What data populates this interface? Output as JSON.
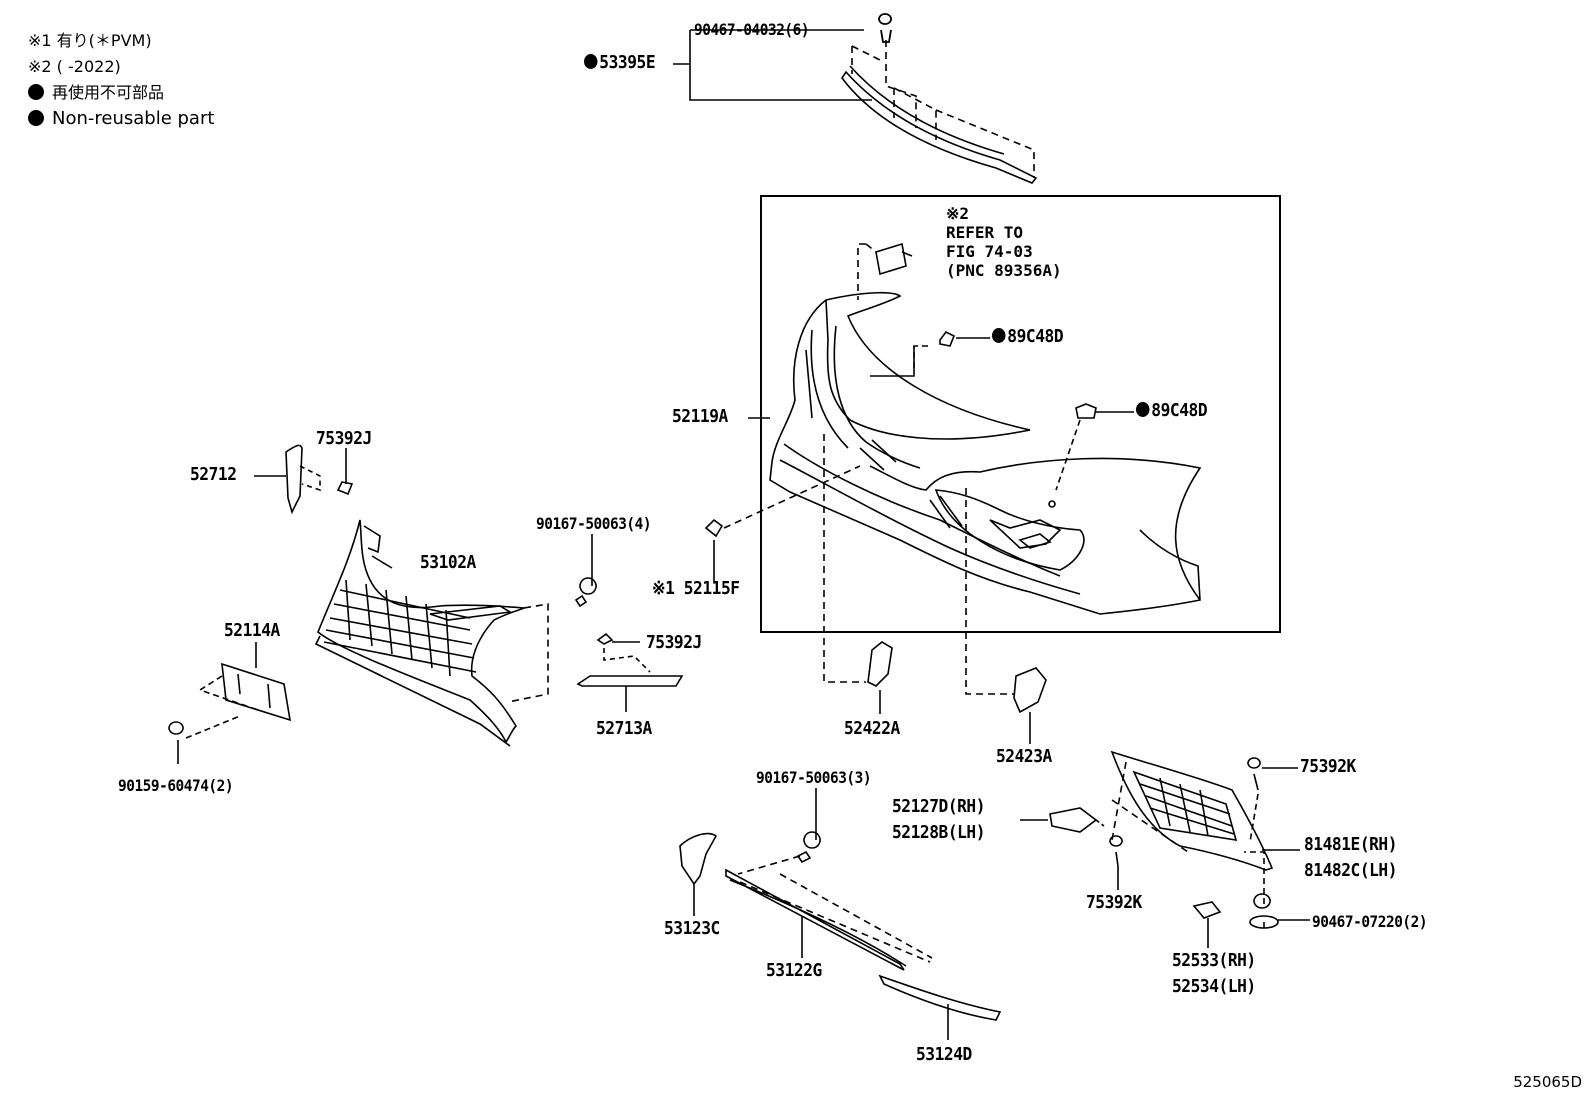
{
  "legend": {
    "note1": "※1 有り(＊PVM)",
    "note2": "※2 (       -2022)",
    "nonreusable_ja": "再使用不可部品",
    "nonreusable_en": "Non-reusable part"
  },
  "refer_note": {
    "line1": "※2",
    "line2": "REFER TO",
    "line3": "FIG 74-03",
    "line4": "(PNC 89356A)"
  },
  "parts": {
    "p53395E": "53395E",
    "p90467_04032": "90467-04032(6)",
    "p89C48D_a": "89C48D",
    "p89C48D_b": "89C48D",
    "p52119A": "52119A",
    "p52712": "52712",
    "p75392J_a": "75392J",
    "p53102A": "53102A",
    "p90167_50063_4": "90167-50063(4)",
    "p52115F_prefix": "※1",
    "p52115F": "52115F",
    "p52114A": "52114A",
    "p75392J_b": "75392J",
    "p52713A": "52713A",
    "p90159_60474": "90159-60474(2)",
    "p52422A": "52422A",
    "p52423A": "52423A",
    "p90167_50063_3": "90167-50063(3)",
    "p75392K_a": "75392K",
    "p52127D": "52127D(RH)",
    "p52128B": "52128B(LH)",
    "p81481E": "81481E(RH)",
    "p81482C": "81482C(LH)",
    "p53123C": "53123C",
    "p53122G": "53122G",
    "p75392K_b": "75392K",
    "p90467_07220": "90467-07220(2)",
    "p52533": "52533(RH)",
    "p52534": "52534(LH)",
    "p53124D": "53124D"
  },
  "figure_id": "525065D"
}
